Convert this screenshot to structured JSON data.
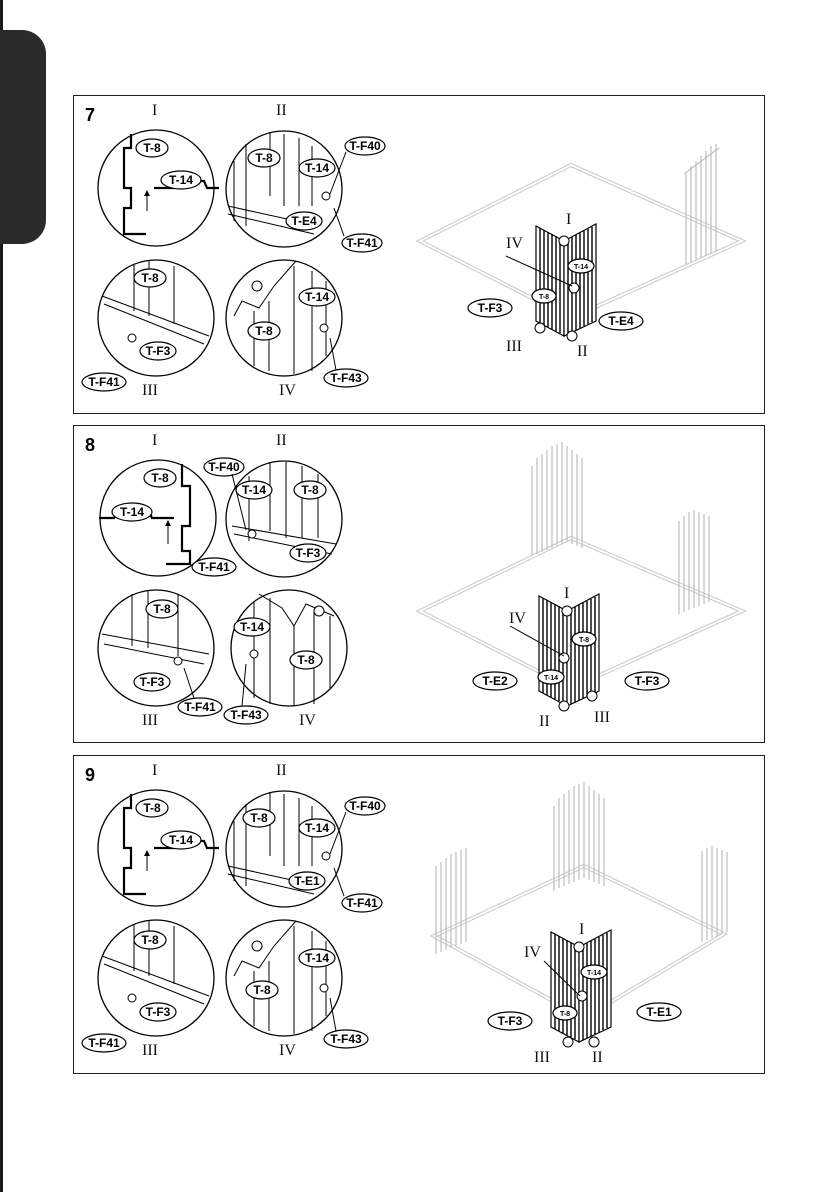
{
  "steps": [
    {
      "number": "7",
      "details": [
        {
          "roman": "I",
          "labels": [
            "T-8",
            "T-14"
          ]
        },
        {
          "roman": "II",
          "labels": [
            "T-8",
            "T-14",
            "T-F40",
            "T-E4",
            "T-F41"
          ]
        },
        {
          "roman": "III",
          "labels": [
            "T-8",
            "T-F3",
            "T-F41"
          ]
        },
        {
          "roman": "IV",
          "labels": [
            "T-14",
            "T-8",
            "T-F43"
          ]
        }
      ],
      "overview": {
        "romans": [
          "I",
          "IV",
          "III",
          "II"
        ],
        "labels": [
          "T-14",
          "T-8",
          "T-F3",
          "T-E4"
        ]
      }
    },
    {
      "number": "8",
      "details": [
        {
          "roman": "I",
          "labels": [
            "T-8",
            "T-14"
          ]
        },
        {
          "roman": "II",
          "labels": [
            "T-F40",
            "T-14",
            "T-8",
            "T-F3",
            "T-F41"
          ]
        },
        {
          "roman": "III",
          "labels": [
            "T-8",
            "T-F3",
            "T-F41"
          ]
        },
        {
          "roman": "IV",
          "labels": [
            "T-14",
            "T-8",
            "T-F43"
          ]
        }
      ],
      "overview": {
        "romans": [
          "I",
          "IV",
          "II",
          "III"
        ],
        "labels": [
          "T-8",
          "T-14",
          "T-E2",
          "T-F3"
        ]
      }
    },
    {
      "number": "9",
      "details": [
        {
          "roman": "I",
          "labels": [
            "T-8",
            "T-14"
          ]
        },
        {
          "roman": "II",
          "labels": [
            "T-8",
            "T-14",
            "T-F40",
            "T-E1",
            "T-F41"
          ]
        },
        {
          "roman": "III",
          "labels": [
            "T-8",
            "T-F3",
            "T-F41"
          ]
        },
        {
          "roman": "IV",
          "labels": [
            "T-14",
            "T-8",
            "T-F43"
          ]
        }
      ],
      "overview": {
        "romans": [
          "I",
          "IV",
          "III",
          "II"
        ],
        "labels": [
          "T-14",
          "T-8",
          "T-F3",
          "T-E1"
        ]
      }
    }
  ]
}
